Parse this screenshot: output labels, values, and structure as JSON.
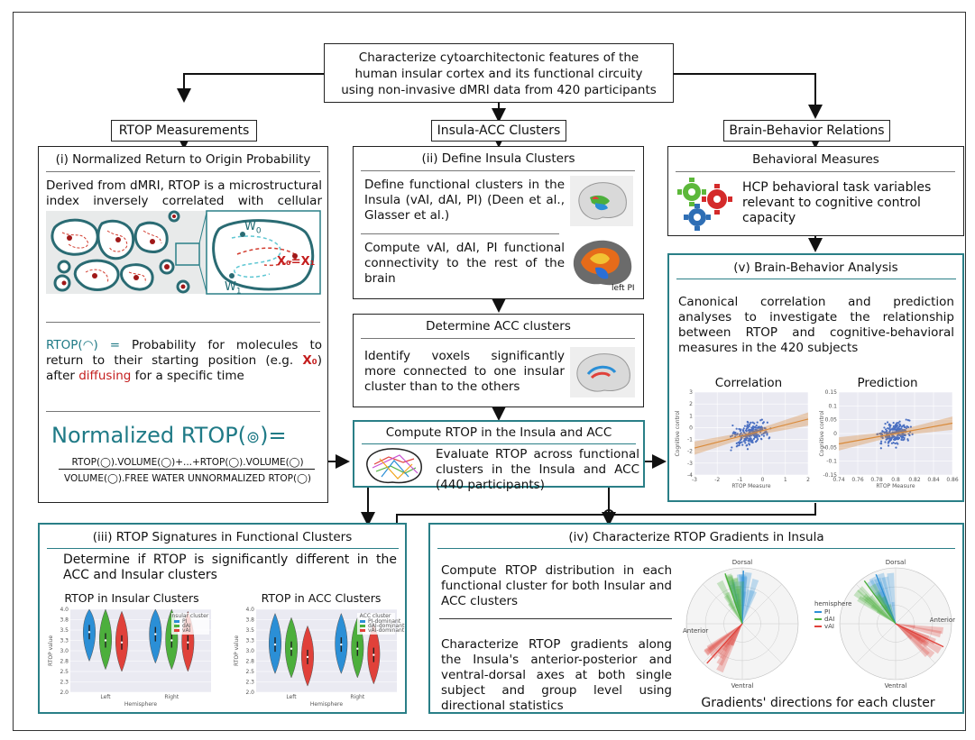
{
  "top": {
    "line1": "Characterize cytoarchitectonic features of the",
    "line2": "human insular cortex and its functional circuity",
    "line3": "using non-invasive dMRI data from 420 participants"
  },
  "headers": {
    "rtop": "RTOP Measurements",
    "insula_acc": "Insula-ACC Clusters",
    "brain_behavior": "Brain-Behavior Relations"
  },
  "panel_i": {
    "title": "(i) Normalized Return to Origin Probability",
    "desc": "Derived from dMRI, RTOP is a microstructural index inversely correlated with cellular volume",
    "w0": "W",
    "w0_sub": "0",
    "w1": "W",
    "w1_sub": "1",
    "x0x1": "X₀=X₁",
    "def_prefix": "RTOP(",
    "def_after": ") = ",
    "def_text1": "Probability for molecules to return to their starting position (e.g. ",
    "def_x0": "X₀",
    "def_text2": ") after ",
    "def_diffusing": "diffusing",
    "def_text3": " for a specific time",
    "norm_title": "Normalized RTOP(",
    "norm_eq": ")=",
    "numerator": "RTOP(◯).VOLUME(◯)+...+RTOP(◯).VOLUME(◯)",
    "denominator": "VOLUME(◯).FREE WATER UNNORMALIZED RTOP(◯)"
  },
  "panel_ii": {
    "title": "(ii) Define Insula Clusters",
    "text1": "Define functional clusters in the Insula (vAI, dAI, PI) (Deen et al., Glasser et al.)",
    "text2": "Compute vAI, dAI, PI functional connectivity to the rest of the brain",
    "brain_label": "left PI"
  },
  "acc_clusters": {
    "title": "Determine ACC clusters",
    "text": "Identify voxels significantly more connected to one insular cluster than to the others"
  },
  "compute_rtop": {
    "title": "Compute RTOP in the Insula and ACC",
    "text": "Evaluate RTOP across functional clusters in the Insula and ACC (440 participants)"
  },
  "behavioral": {
    "title": "Behavioral Measures",
    "text": "HCP behavioral task variables relevant to cognitive control capacity"
  },
  "panel_v": {
    "title": "(v) Brain-Behavior Analysis",
    "text": "Canonical correlation and prediction analyses to investigate the relationship between RTOP and cognitive-behavioral measures in the 420 subjects",
    "corr_title": "Correlation",
    "pred_title": "Prediction",
    "corr_xlabel": "RTOP Measure",
    "pred_xlabel": "RTOP Measure",
    "corr_ylabel": "Cognitive control",
    "pred_ylabel": "Cognitive control"
  },
  "panel_iii": {
    "title": "(iii) RTOP Signatures in Functional Clusters",
    "text": "Determine if RTOP is significantly different in the ACC and Insular clusters",
    "insular_title": "RTOP in Insular Clusters",
    "acc_title": "RTOP in ACC Clusters",
    "xlabel": "Hemisphere",
    "ylabel": "RTOP value",
    "left": "Left",
    "right": "Right",
    "legend_insular": [
      "PI",
      "dAI",
      "vAI"
    ],
    "legend_insular_title": "Insular cluster",
    "legend_acc": [
      "PI-dominant",
      "dAI-dominant",
      "vAI-dominant"
    ],
    "legend_acc_title": "ACC cluster"
  },
  "panel_iv": {
    "title": "(iv) Characterize RTOP Gradients in Insula",
    "text1": "Compute RTOP distribution in each functional cluster for both Insular and ACC clusters",
    "text2": "Characterize RTOP gradients along the Insula's anterior-posterior and ventral-dorsal axes at both single subject and group level using directional statistics",
    "caption": "Gradients' directions for each cluster",
    "dorsal": "Dorsal",
    "ventral": "Ventral",
    "anterior": "Anterior",
    "hemisphere": "hemisphere",
    "legend": [
      "PI",
      "dAI",
      "vAI"
    ]
  },
  "colors": {
    "teal": "#2a7f87",
    "red": "#c41e1e",
    "blue": "#2b8fd6",
    "green": "#4caf3c",
    "violin_red": "#e0413a",
    "scatter": "#4a6fc1",
    "fit": "#d98a3a"
  },
  "chart_data": [
    {
      "type": "scatter",
      "title": "Correlation",
      "xlabel": "RTOP Measure",
      "ylabel": "Cognitive control",
      "xlim": [
        -3,
        2
      ],
      "ylim": [
        -4,
        3
      ],
      "x_ticks": [
        -3,
        -2,
        -1,
        0,
        1,
        2
      ],
      "y_ticks": [
        -4,
        -3,
        -2,
        -1,
        0,
        1,
        2,
        3
      ],
      "trend": {
        "slope": 0.35,
        "intercept": 0
      }
    },
    {
      "type": "scatter",
      "title": "Prediction",
      "xlabel": "RTOP Measure",
      "ylabel": "Cognitive control",
      "xlim": [
        0.74,
        0.86
      ],
      "ylim": [
        -0.15,
        0.15
      ],
      "x_ticks": [
        0.74,
        0.76,
        0.78,
        0.8,
        0.82,
        0.84,
        0.86
      ],
      "y_ticks": [
        -0.15,
        -0.1,
        -0.05,
        0,
        0.05,
        0.1,
        0.15
      ],
      "trend": {
        "slope": 0.25,
        "intercept": -0.2
      }
    },
    {
      "type": "violin",
      "title": "RTOP in Insular Clusters",
      "xlabel": "Hemisphere",
      "ylabel": "RTOP value",
      "categories": [
        "Left",
        "Right"
      ],
      "ylim": [
        2.0,
        4.0
      ],
      "series": [
        {
          "name": "PI",
          "medians": [
            3.45,
            3.4
          ]
        },
        {
          "name": "dAI",
          "medians": [
            3.25,
            3.25
          ]
        },
        {
          "name": "vAI",
          "medians": [
            3.2,
            3.2
          ]
        }
      ]
    },
    {
      "type": "violin",
      "title": "RTOP in ACC Clusters",
      "xlabel": "Hemisphere",
      "ylabel": "RTOP value",
      "categories": [
        "Left",
        "Right"
      ],
      "ylim": [
        2.0,
        4.0
      ],
      "series": [
        {
          "name": "PI-dominant",
          "medians": [
            3.15,
            3.15
          ]
        },
        {
          "name": "dAI-dominant",
          "medians": [
            3.05,
            3.05
          ]
        },
        {
          "name": "vAI-dominant",
          "medians": [
            2.85,
            2.9
          ]
        }
      ]
    }
  ]
}
